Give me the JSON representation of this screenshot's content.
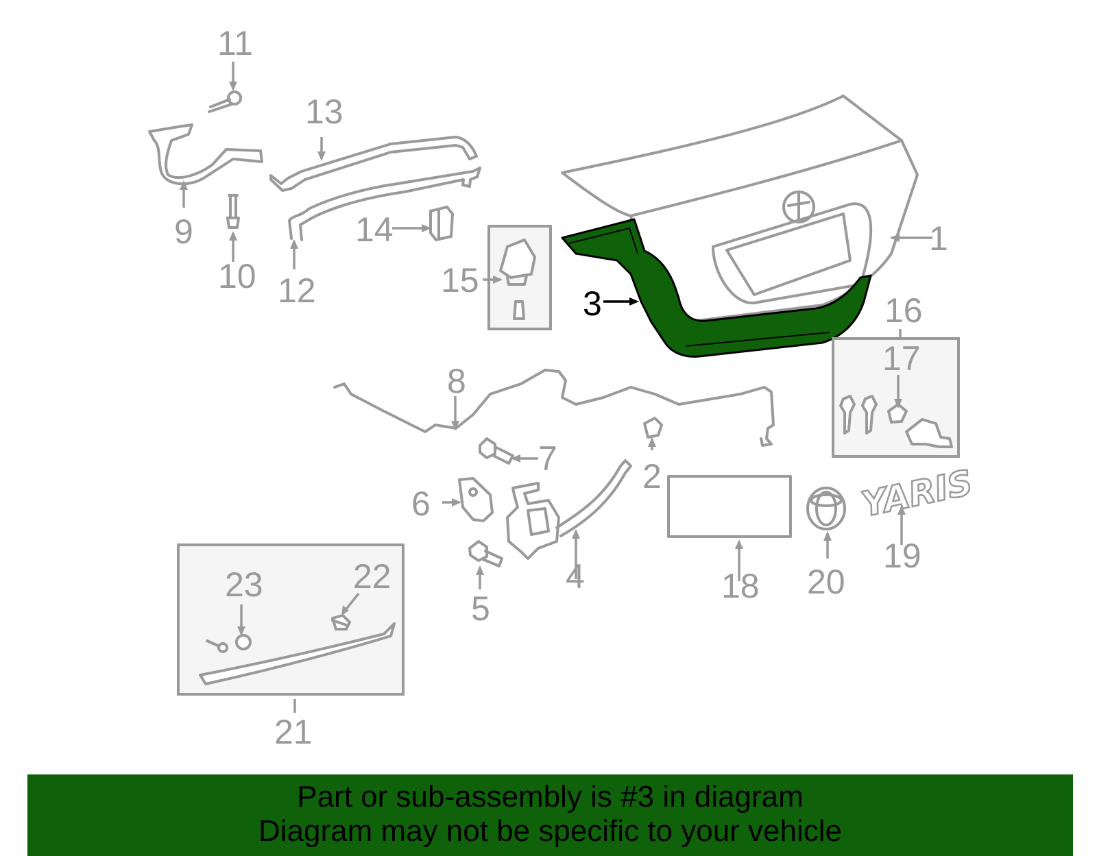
{
  "diagram": {
    "callouts": {
      "c1": "1",
      "c2": "2",
      "c3": "3",
      "c4": "4",
      "c5": "5",
      "c6": "6",
      "c7": "7",
      "c8": "8",
      "c9": "9",
      "c10": "10",
      "c11": "11",
      "c12": "12",
      "c13": "13",
      "c14": "14",
      "c15": "15",
      "c16": "16",
      "c17": "17",
      "c18": "18",
      "c19": "19",
      "c20": "20",
      "c21": "21",
      "c22": "22",
      "c23": "23"
    },
    "highlighted_part": "3",
    "emblem_text": "YARIS",
    "colors": {
      "highlight": "#0f620a",
      "lines": "#9a9a9a",
      "banner": "#0f620a"
    }
  },
  "banner": {
    "line1": "Part or sub-assembly is #3 in diagram",
    "line2": "Diagram may not be specific to your vehicle"
  }
}
